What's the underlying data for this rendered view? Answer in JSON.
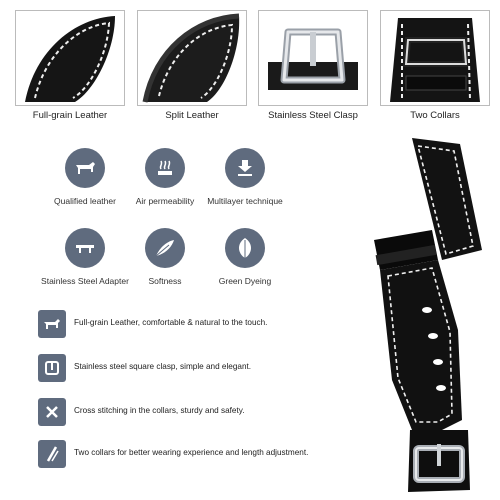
{
  "thumbnails": [
    {
      "label": "Full-grain Leather",
      "icon": "leather-corner-icon"
    },
    {
      "label": "Split Leather",
      "icon": "leather-corner-icon"
    },
    {
      "label": "Stainless Steel Clasp",
      "icon": "buckle-icon"
    },
    {
      "label": "Two Collars",
      "icon": "collar-icon"
    }
  ],
  "features": [
    {
      "label": "Qualified leather",
      "icon": "cow-icon"
    },
    {
      "label": "Air permeability",
      "icon": "air-icon"
    },
    {
      "label": "Multilayer technique",
      "icon": "layers-icon"
    },
    {
      "label": "Stainless Steel Adapter",
      "icon": "adapter-icon"
    },
    {
      "label": "Softness",
      "icon": "feather-icon"
    },
    {
      "label": "Green Dyeing",
      "icon": "leaf-icon"
    }
  ],
  "bullets": [
    {
      "text": "Full-grain Leather, comfortable & natural to the touch.",
      "icon": "cow-icon"
    },
    {
      "text": "Stainless steel square clasp, simple and elegant.",
      "icon": "buckle-icon"
    },
    {
      "text": "Cross stitching in the collars, sturdy and safety.",
      "icon": "cross-stitch-icon"
    },
    {
      "text": "Two collars for better wearing experience and length adjustment.",
      "icon": "collar-icon"
    }
  ],
  "colors": {
    "icon_bg": "#5f6b7e",
    "leather": "#111111",
    "stitch": "#f2f2f2"
  }
}
